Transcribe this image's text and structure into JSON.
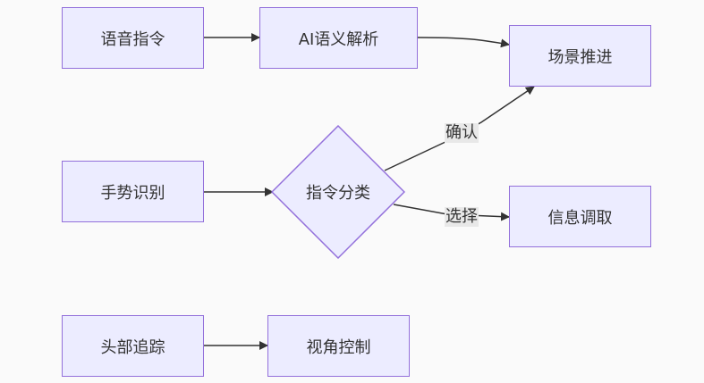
{
  "diagram": {
    "nodes": {
      "voice": "语音指令",
      "ai_parse": "AI语义解析",
      "scene": "场景推进",
      "gesture": "手势识别",
      "classify": "指令分类",
      "info": "信息调取",
      "head": "头部追踪",
      "view": "视角控制"
    },
    "edge_labels": {
      "confirm": "确认",
      "select": "选择"
    }
  },
  "colors": {
    "node_fill": "#ececff",
    "node_border": "#9370db",
    "edge": "#333333",
    "edge_label_bg": "#e8e8e8",
    "background": "#fafafa"
  }
}
